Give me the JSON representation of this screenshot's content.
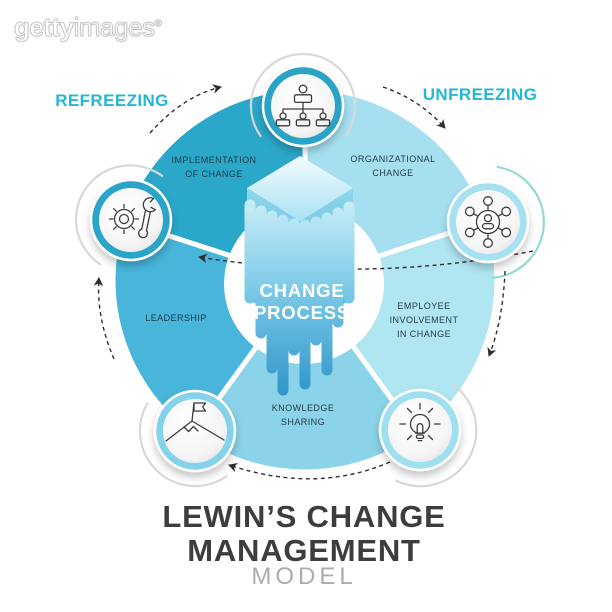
{
  "watermark": {
    "bold": "getty",
    "light": "images",
    "reg": "®"
  },
  "phases": {
    "refreezing": "REFREEZING",
    "unfreezing": "UNFREEZING"
  },
  "diagram": {
    "center_label": "CHANGE\nPROCESS",
    "segments": [
      {
        "label": "IMPLEMENTATION\nOF CHANGE",
        "color": "#2BA7C9"
      },
      {
        "label": "ORGANIZATIONAL\nCHANGE",
        "color": "#A6E0F0"
      },
      {
        "label": "EMPLOYEE\nINVOLVEMENT\nIN CHANGE",
        "color": "#B0E5F2"
      },
      {
        "label": "KNOWLEDGE\nSHARING",
        "color": "#8BD3E8"
      },
      {
        "label": "LEADERSHIP",
        "color": "#48B5DA"
      }
    ],
    "icons": [
      {
        "name": "org-hierarchy-icon",
        "ring": "#29A3C6"
      },
      {
        "name": "people-network-icon",
        "ring": "#A6E1F1"
      },
      {
        "name": "lightbulb-icon",
        "ring": "#9FE0F0"
      },
      {
        "name": "mountain-flag-icon",
        "ring": "#85D3EB"
      },
      {
        "name": "gear-wrench-icon",
        "ring": "#2AA5C8"
      }
    ]
  },
  "title": {
    "main": "LEWIN’S CHANGE\nMANAGEMENT",
    "sub": "MODEL"
  },
  "colors": {
    "phase_text": "#25B6D2",
    "segment_text": "#1E3A46",
    "title_text": "#3A3E41",
    "subtitle_text": "#A9ADB0",
    "arrow": "#2E2E2E",
    "center_circle": "#FFFFFF",
    "arc_gray": "#D8D8D8",
    "arc_mint": "#8FDCCF"
  }
}
